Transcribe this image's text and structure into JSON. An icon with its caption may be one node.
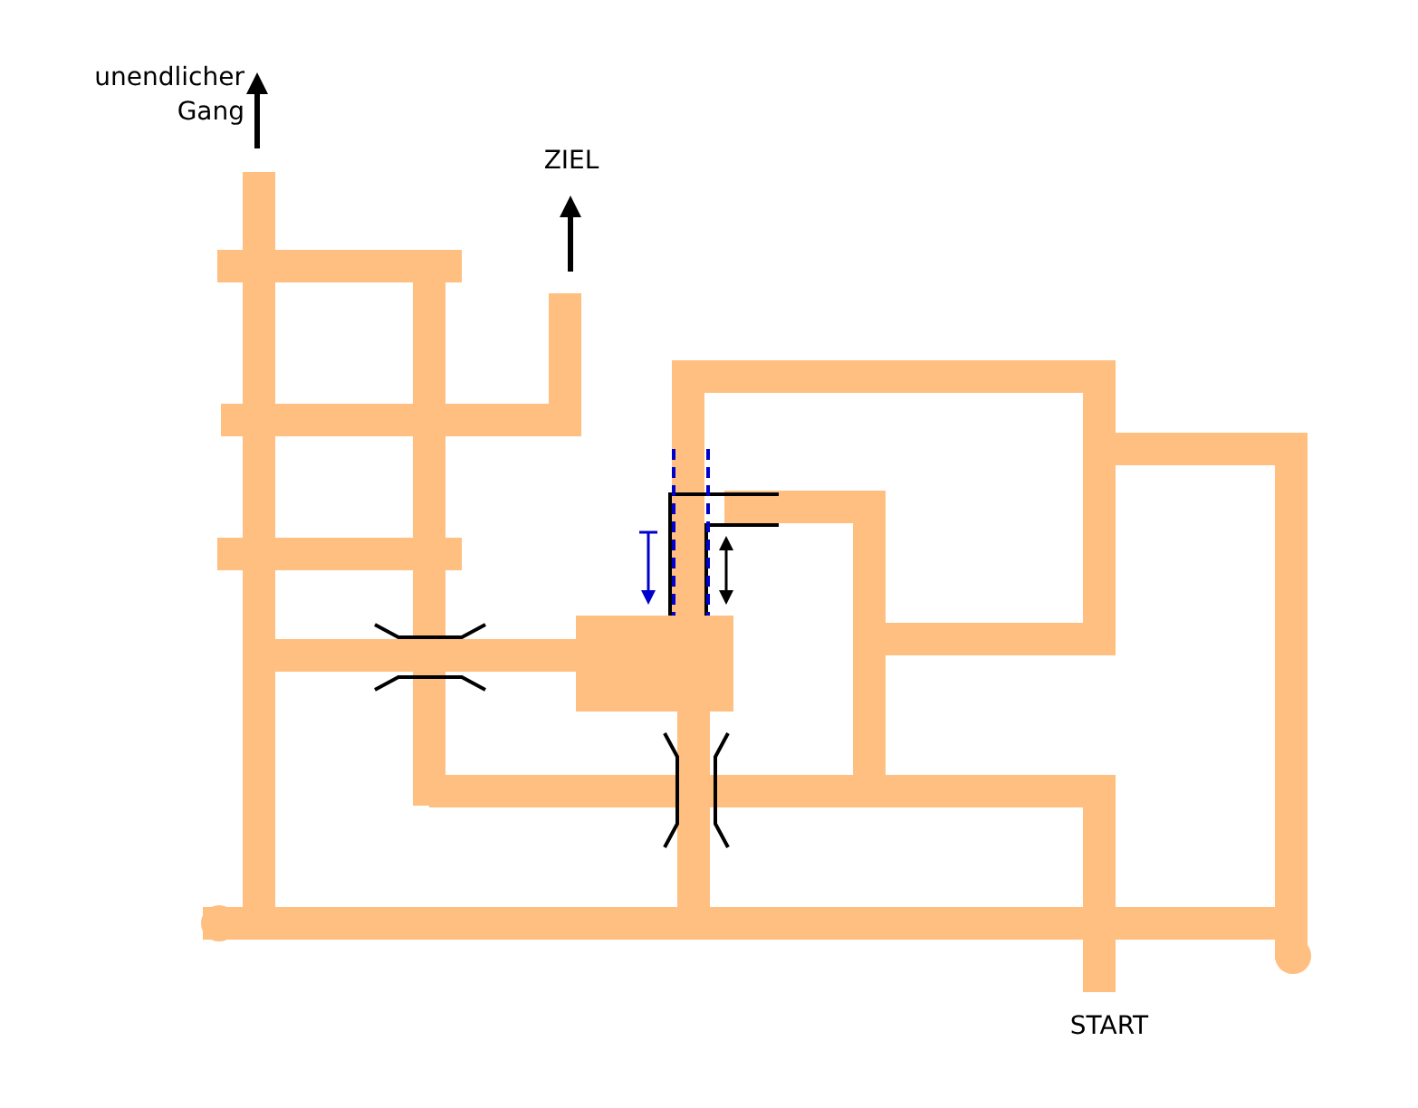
{
  "diagram": {
    "labels": [
      "unendlicher Gang",
      "ZIEL",
      "START"
    ]
  }
}
